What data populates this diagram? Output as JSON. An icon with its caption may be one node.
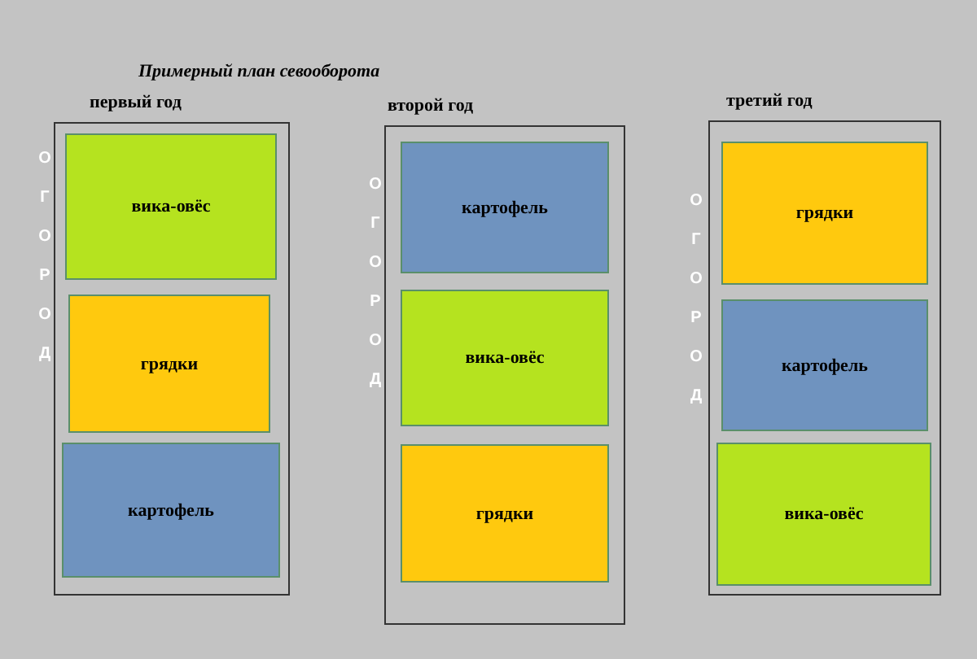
{
  "diagram": {
    "title": "Примерный план севооборота",
    "nodes": [
      {
        "text": [
          "первый год"
        ],
        "beside": [
          "ОГОРОД"
        ]
      },
      {
        "text": [
          "вика-овёс"
        ],
        "in": 0
      },
      {
        "text": [
          "грядки"
        ],
        "in": 0
      },
      {
        "text": [
          "картофель"
        ],
        "in": 0
      },
      {
        "text": [
          "второй год"
        ],
        "beside": [
          "ОГОРОД"
        ]
      },
      {
        "text": [
          "картофель"
        ],
        "in": 4
      },
      {
        "text": [
          "вика-овёс"
        ],
        "in": 4
      },
      {
        "text": [
          "грядки"
        ],
        "in": 4
      },
      {
        "text": [
          "третий год"
        ],
        "beside": [
          "ОГОРОД"
        ]
      },
      {
        "text": [
          "грядки"
        ],
        "in": 8
      },
      {
        "text": [
          "картофель"
        ],
        "in": 8
      },
      {
        "text": [
          "вика-овёс"
        ],
        "in": 8
      }
    ],
    "edges": []
  }
}
